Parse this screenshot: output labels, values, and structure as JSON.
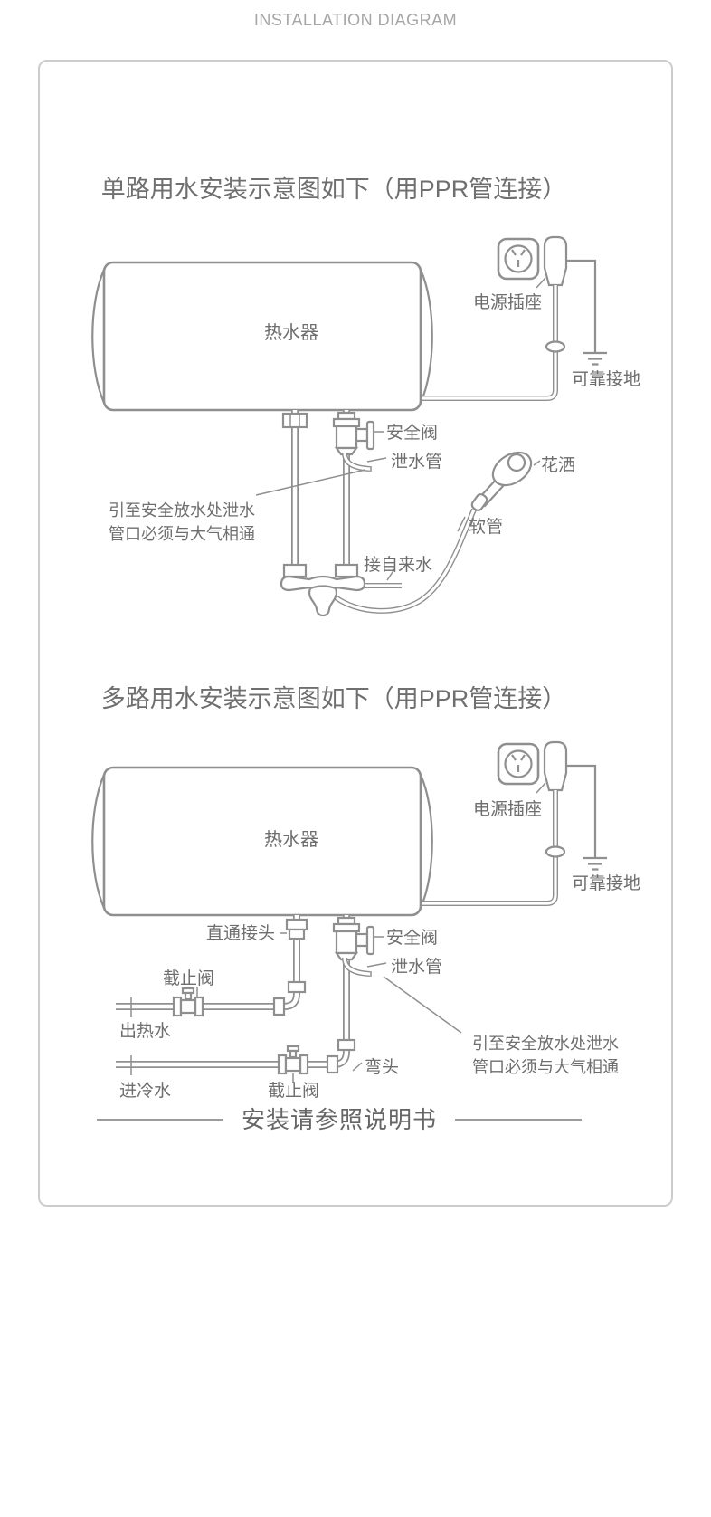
{
  "page": {
    "header": "INSTALLATION DIAGRAM"
  },
  "colors": {
    "line": "#8f8f8f",
    "text": "#6e6e6e",
    "header_text": "#a6a6a6",
    "border": "#cccccc"
  },
  "diagram1": {
    "title": "单路用水安装示意图如下（用PPR管连接）",
    "labels": {
      "heater": "热水器",
      "power_socket": "电源插座",
      "grounding": "可靠接地",
      "safety_valve": "安全阀",
      "drain_pipe": "泄水管",
      "shower": "花洒",
      "hose": "软管",
      "tap_water": "接自来水",
      "drain_note_line1": "引至安全放水处泄水",
      "drain_note_line2": "管口必须与大气相通"
    }
  },
  "diagram2": {
    "title": "多路用水安装示意图如下（用PPR管连接）",
    "labels": {
      "heater": "热水器",
      "power_socket": "电源插座",
      "grounding": "可靠接地",
      "straight_connector": "直通接头",
      "safety_valve": "安全阀",
      "drain_pipe": "泄水管",
      "stop_valve_hot": "截止阀",
      "hot_water_out": "出热水",
      "cold_water_in": "进冷水",
      "stop_valve_cold": "截止阀",
      "elbow": "弯头",
      "drain_note_line1": "引至安全放水处泄水",
      "drain_note_line2": "管口必须与大气相通"
    }
  },
  "footer": {
    "note": "安装请参照说明书"
  }
}
